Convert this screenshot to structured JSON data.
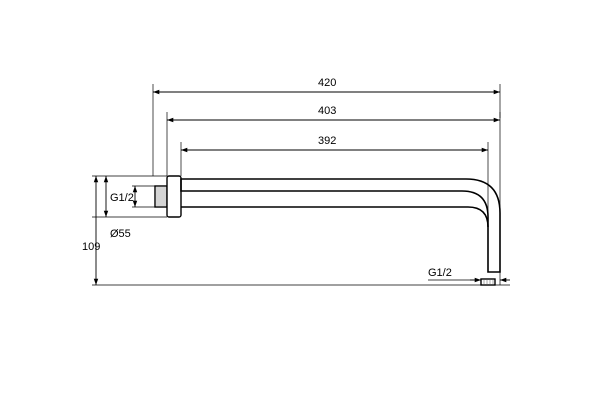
{
  "dimensions": {
    "length_total": "420",
    "length_mid": "403",
    "length_arm": "392",
    "height": "109",
    "flange_diameter": "Ø55",
    "thread_inlet": "G1/2",
    "thread_outlet": "G1/2"
  }
}
